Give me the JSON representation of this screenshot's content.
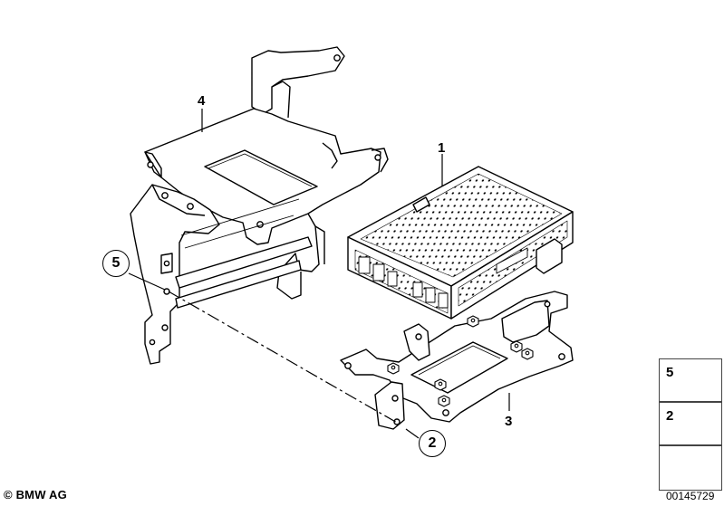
{
  "callouts": {
    "part1": "1",
    "part2": "2",
    "part3": "3",
    "part4": "4",
    "part5": "5"
  },
  "legend": {
    "items": [
      {
        "number": "5",
        "icon": "clip-nut-icon"
      },
      {
        "number": "2",
        "icon": "bolt-icon"
      },
      {
        "number": "",
        "icon": "arrow-icon"
      }
    ]
  },
  "footer": {
    "copyright": "© BMW AG",
    "drawing_number": "00145729"
  },
  "colors": {
    "line": "#000000",
    "background": "#ffffff"
  }
}
